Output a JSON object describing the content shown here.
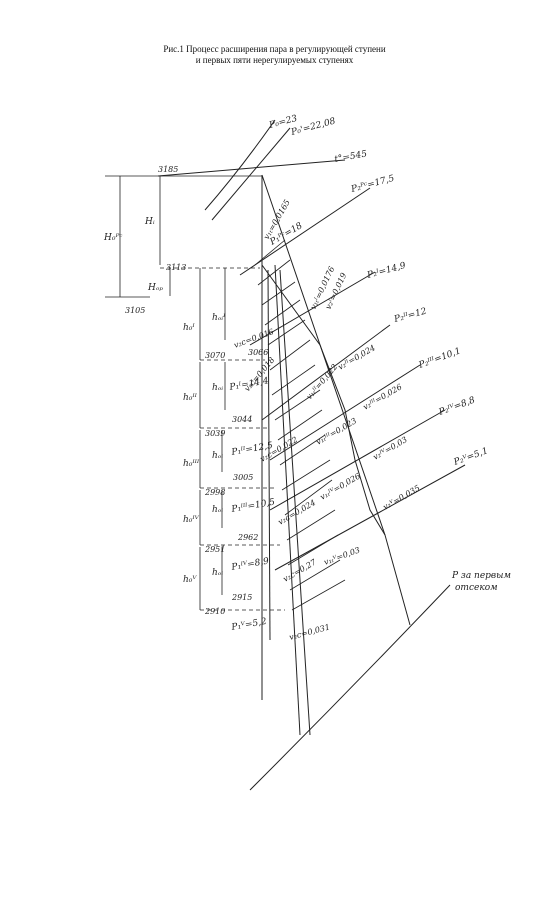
{
  "caption": {
    "line1": "Рис.1 Процесс расширения пара в регулирующей ступени",
    "line2": "и первых пяти нерегулируемых ступенях"
  },
  "isobars": {
    "p0": "P₀=23",
    "p0_prime": "P₀'=22,08",
    "t0": "t°=545",
    "p2_rc": "P₂ᴾᶜ=17,5",
    "p2_I": "P₂ᴵ=14,9",
    "p2_II": "P₂ᴵᴵ=12",
    "p2_III": "P₂ᴵᴵᴵ=10,1",
    "p2_IV": "P₂ᴵⱽ=8,8",
    "p2_V": "P₂ⱽ=5,1",
    "p_out": "P за первым",
    "p_out2": "отсеком"
  },
  "enthalpy_marks": {
    "h3185": "3185",
    "h3113": "3113",
    "h3105": "3105",
    "h3070": "3070",
    "h3066": "3066",
    "h3044": "3044",
    "h3039": "3039",
    "h3005": "3005",
    "h2998": "2998",
    "h2962": "2962",
    "h2951": "2951",
    "h2915": "2915",
    "h2910": "2910"
  },
  "heat_drops": {
    "H0_rc": "H₀ᴾᶜ",
    "H_oi": "Hᵢ",
    "H_op": "Hₒₚ",
    "h0_I": "h₀ᴵ",
    "h_oi_I": "hₒᵢᴵ",
    "h0_II": "h₀ᴵᴵ",
    "h_oi_II": "hₒᵢ",
    "h0_III": "h₀ᴵᴵᴵ",
    "h_oi_III": "hₒᵢ",
    "h0_IV": "h₀ᴵⱽ",
    "h_oi_IV": "hₒᵢ",
    "h0_V": "h₀ⱽ",
    "h_oi_V": "hₒᵢ"
  },
  "stage_pressures": {
    "p1_rc": "P₁ᴾᶜ=18",
    "p1_I": "P₁ᴵ=14,4",
    "p1_II": "P₁ᴵᴵ=12,5",
    "p1_III": "P₁ᴵᴵᴵ=10,5",
    "p1_IV": "P₁ᴵⱽ=8,9",
    "p1_V": "P₁ⱽ=5,2"
  },
  "specific_volumes": {
    "v1t_rc": "v₁ₜ=0,0165",
    "v1t_I": "v₁ₜᴵ=0,0176",
    "v2t_I": "v₂ᴵ=0,019",
    "v2c_I": "v₂c=0,016",
    "v2_II": "v₂ᴵᴵ=0,024",
    "v2c_II": "v₂c=0,018",
    "v1t_II": "v₁ₜᴵᴵ=0,022",
    "v2_III": "v₂ᴵᴵᴵ=0,026",
    "v1t_III": "v₁ₜᴵᴵᴵ=0,023",
    "v2c_III": "v₂c=0,022",
    "v2_IV": "v₂ᴵⱽ=0,03",
    "v1t_IV": "v₁ₜᴵⱽ=0,026",
    "v2c_IV": "v₂c=0,024",
    "v2_V": "v₂ⱽ=0,035",
    "v1t_V": "v₁ₜⱽ=0,03",
    "v2c_V": "v₂c=0,27",
    "v2c_last": "v₂c=0,031"
  }
}
